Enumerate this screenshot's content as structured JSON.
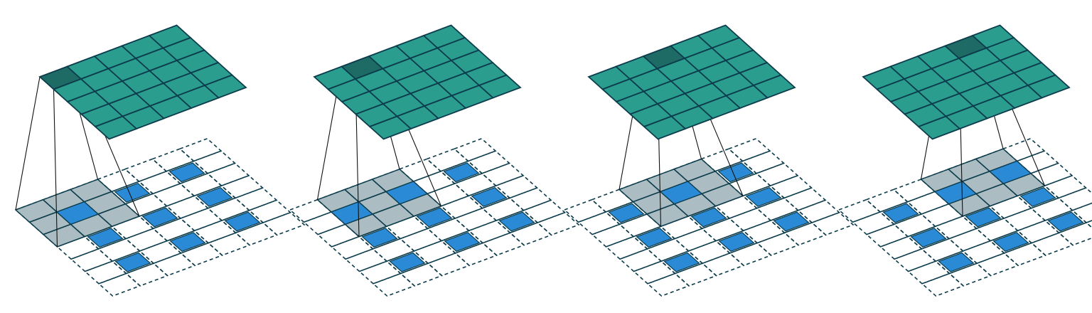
{
  "colors": {
    "input": "#2b8ad6",
    "input_under_kernel": "#1e6a99",
    "kernel_shade": "#8fa7ae",
    "output": "#2a9d8f",
    "output_highlight": "#1e6b65",
    "grid_stroke": "#0c3c4c",
    "line": "#111111"
  },
  "diagram": {
    "description_type": "transposed-convolution-animation-frames",
    "padded_grid_size": 7,
    "input_positions": [
      [
        1,
        1
      ],
      [
        1,
        3
      ],
      [
        1,
        5
      ],
      [
        3,
        1
      ],
      [
        3,
        3
      ],
      [
        3,
        5
      ],
      [
        5,
        1
      ],
      [
        5,
        3
      ],
      [
        5,
        5
      ]
    ],
    "kernel_size": 3,
    "output_grid_size": 5,
    "panels": [
      {
        "kernel_origin": [
          0,
          0
        ],
        "output_cell": [
          0,
          0
        ]
      },
      {
        "kernel_origin": [
          0,
          1
        ],
        "output_cell": [
          0,
          1
        ]
      },
      {
        "kernel_origin": [
          0,
          2
        ],
        "output_cell": [
          0,
          2
        ]
      },
      {
        "kernel_origin": [
          0,
          3
        ],
        "output_cell": [
          0,
          3
        ]
      }
    ]
  }
}
